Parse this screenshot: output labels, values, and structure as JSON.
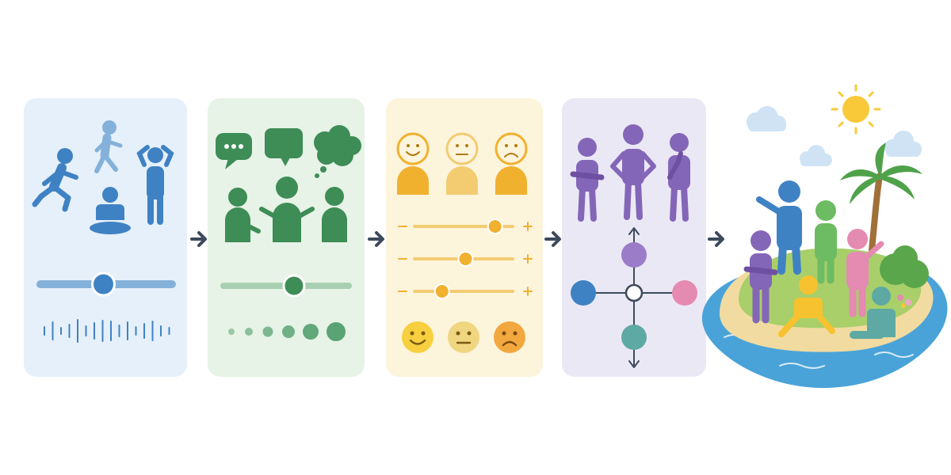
{
  "colors": {
    "stage1_bg": "#e6f0fa",
    "stage1_accent": "#3f82c4",
    "stage1_light": "#84b1d9",
    "stage2_bg": "#e7f3e6",
    "stage2_accent": "#3e8c56",
    "stage2_light": "#a9cfb3",
    "stage3_bg": "#fdf4dc",
    "stage3_accent": "#f0b12f",
    "stage3_light": "#f3cc72",
    "stage4_bg": "#ebe8f6",
    "stage4_accent": "#8466b8",
    "pink": "#e58ab1",
    "teal": "#5ea9a3",
    "arrow": "#3d4a5c",
    "water": "#4aa3d8",
    "sand": "#f2dba0",
    "grass": "#a8cf6a",
    "sun": "#f9c93a",
    "cloud": "#cfe3f5"
  },
  "stages": [
    {
      "id": "stage-1",
      "icons": [
        "running-person-icon",
        "walking-person-icon",
        "sitting-person-icon",
        "head-holding-person-icon"
      ],
      "slider_value": 0.48,
      "widget": "audio-waveform"
    },
    {
      "id": "stage-2",
      "icons": [
        "speech-bubble-icon",
        "chat-bubble-icon",
        "thought-bubble-icon"
      ],
      "slider_value": 0.56,
      "widget": "growing-dots"
    },
    {
      "id": "stage-3",
      "icons": [
        "happy-face-icon",
        "neutral-face-icon",
        "sad-face-icon"
      ],
      "sliders": [
        0.82,
        0.52,
        0.28
      ],
      "widget": "emoji-row"
    },
    {
      "id": "stage-4",
      "icons": [
        "arms-crossed-person-icon",
        "hands-on-hips-person-icon",
        "thinking-person-icon"
      ],
      "widget": "four-way-compass"
    }
  ],
  "final_scene": {
    "id": "island-community",
    "icons": [
      "sun-icon",
      "cloud-icon",
      "palm-tree-icon",
      "bush-icon",
      "flower-icon"
    ]
  }
}
